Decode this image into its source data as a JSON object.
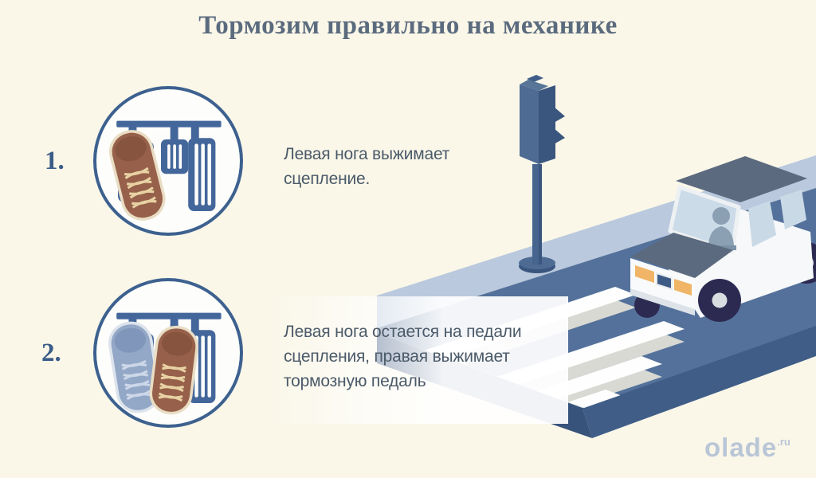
{
  "title": "Тормозим правильно на механике",
  "steps": [
    {
      "number": "1.",
      "lines": [
        "Левая нога выжимает",
        "сцепление."
      ],
      "icon": "pedals-clutch-pressed-by-left-foot"
    },
    {
      "number": "2.",
      "lines": [
        "Левая нога остается на педали",
        "сцепления, правая выжимает",
        "тормозную педаль"
      ],
      "icon": "pedals-clutch-held-brake-pressed"
    }
  ],
  "logo": {
    "name": "olade",
    "domain": ".ru"
  },
  "scene": {
    "elements": [
      "traffic-light",
      "sidewalk",
      "road",
      "crosswalk",
      "car-with-driver"
    ]
  },
  "colors": {
    "background": "#faf7e9",
    "accent_navy": "#3d618f",
    "title_text": "#5b6b7e",
    "body_text": "#4b5a69",
    "step_number": "#3a5c88",
    "road": "#54719b",
    "road_side": "#3e5b84",
    "sidewalk": "#bac9dd",
    "pedal_steel": "#44679b",
    "shoe_brown": "#96604a",
    "shoe_blue": "#93a7c7",
    "lamp_orange": "#f0b566",
    "wheel_navy": "#2d2a52",
    "logo": "#b9c6d6"
  }
}
